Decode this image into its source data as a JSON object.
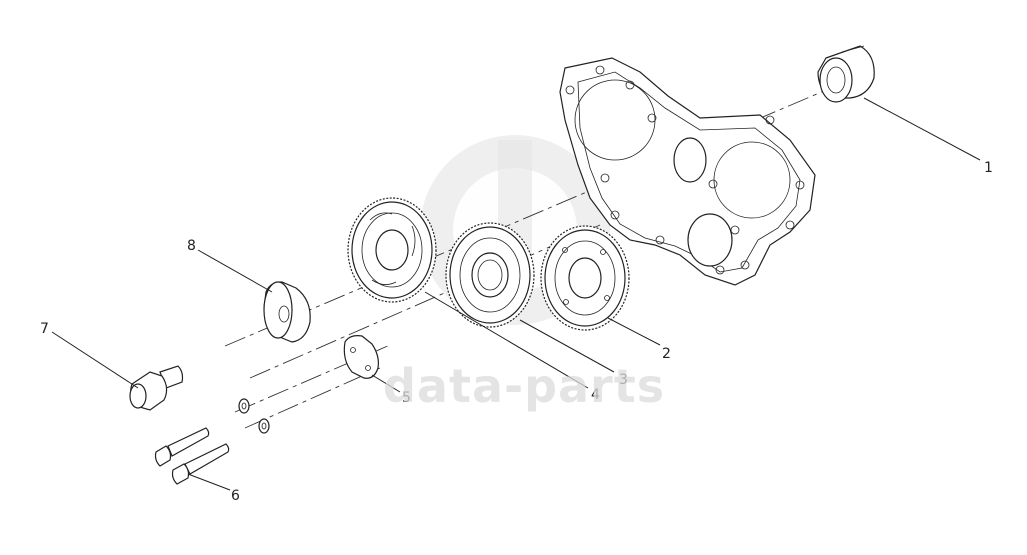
{
  "watermark": {
    "text": "data-parts",
    "logo": "dp-logo-icon"
  },
  "callouts": [
    {
      "id": "1",
      "label": "1"
    },
    {
      "id": "2",
      "label": "2"
    },
    {
      "id": "3",
      "label": "3"
    },
    {
      "id": "4",
      "label": "4"
    },
    {
      "id": "5",
      "label": "5"
    },
    {
      "id": "6",
      "label": "6"
    },
    {
      "id": "7",
      "label": "7"
    },
    {
      "id": "8",
      "label": "8"
    }
  ],
  "colors": {
    "line": "#222222",
    "watermark": "#dcdcdc"
  }
}
